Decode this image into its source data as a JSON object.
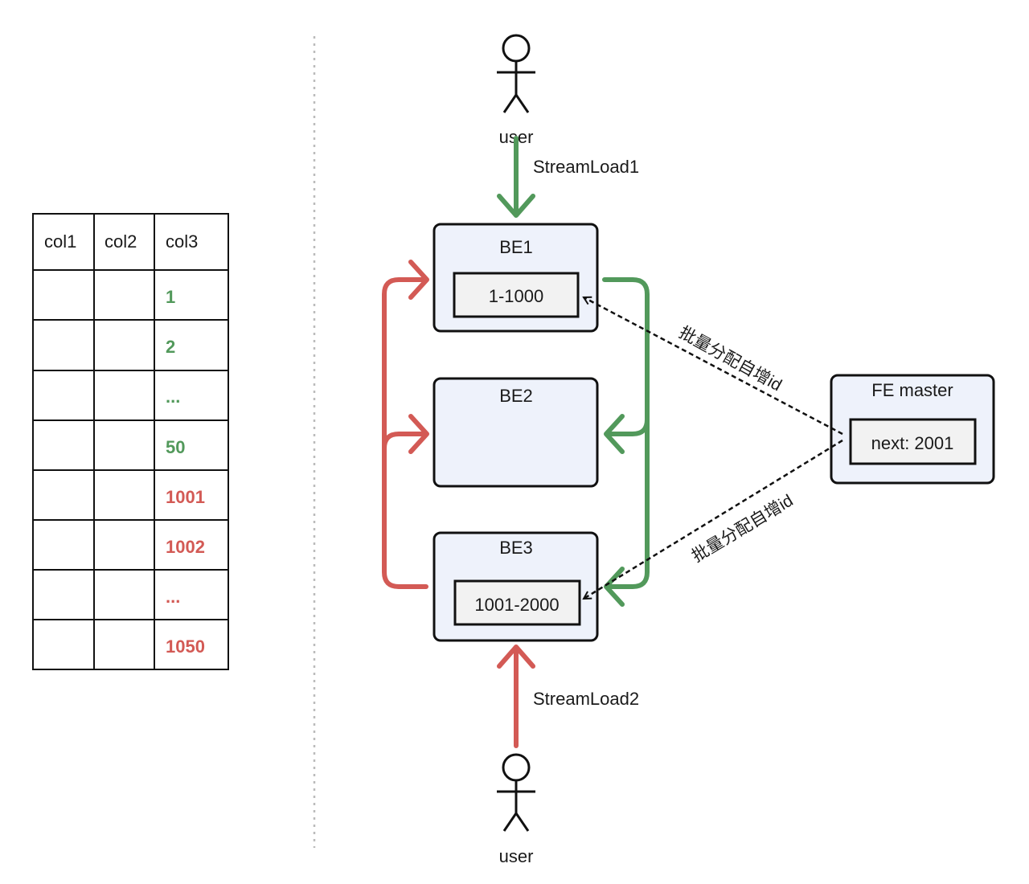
{
  "colors": {
    "green": "#52995b",
    "red": "#d35a55",
    "node_fill": "#eef2fb",
    "inner_fill": "#f2f2f2",
    "stroke": "#111111",
    "divider": "#bbbbbb"
  },
  "table": {
    "headers": [
      "col1",
      "col2",
      "col3"
    ],
    "rows": [
      {
        "col3": "1",
        "color": "green"
      },
      {
        "col3": "2",
        "color": "green"
      },
      {
        "col3": "...",
        "color": "green"
      },
      {
        "col3": "50",
        "color": "green"
      },
      {
        "col3": "1001",
        "color": "red"
      },
      {
        "col3": "1002",
        "color": "red"
      },
      {
        "col3": "...",
        "color": "red"
      },
      {
        "col3": "1050",
        "color": "red"
      }
    ]
  },
  "users": {
    "top": "user",
    "bottom": "user"
  },
  "streams": {
    "load1": "StreamLoad1",
    "load2": "StreamLoad2"
  },
  "nodes": {
    "be1": {
      "title": "BE1",
      "range": "1-1000"
    },
    "be2": {
      "title": "BE2"
    },
    "be3": {
      "title": "BE3",
      "range": "1001-2000"
    },
    "fe": {
      "title": "FE master",
      "next": "next: 2001"
    }
  },
  "edges": {
    "alloc_top": "批量分配自增id",
    "alloc_bottom": "批量分配自增id"
  }
}
